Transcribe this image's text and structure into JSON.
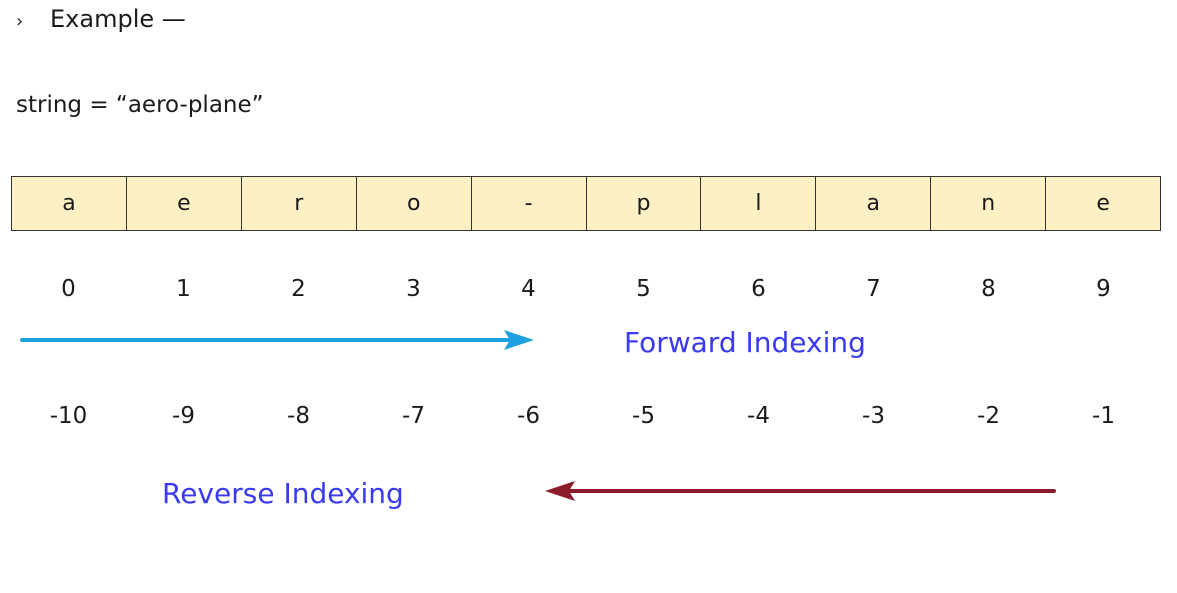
{
  "heading": {
    "bullet": "›",
    "text": "Example —"
  },
  "string_line": "string = “aero-plane”",
  "characters": [
    "a",
    "e",
    "r",
    "o",
    "-",
    "p",
    "l",
    "a",
    "n",
    "e"
  ],
  "forward_indices": [
    "0",
    "1",
    "2",
    "3",
    "4",
    "5",
    "6",
    "7",
    "8",
    "9"
  ],
  "reverse_indices": [
    "-10",
    "-9",
    "-8",
    "-7",
    "-6",
    "-5",
    "-4",
    "-3",
    "-2",
    "-1"
  ],
  "forward_label": "Forward Indexing",
  "reverse_label": "Reverse Indexing",
  "colors": {
    "cell_fill": "#fdf0c4",
    "forward_arrow": "#1ea0e0",
    "reverse_arrow": "#8b1a2b",
    "forward_label": "#3a3af0",
    "reverse_label": "#3a3af0"
  }
}
